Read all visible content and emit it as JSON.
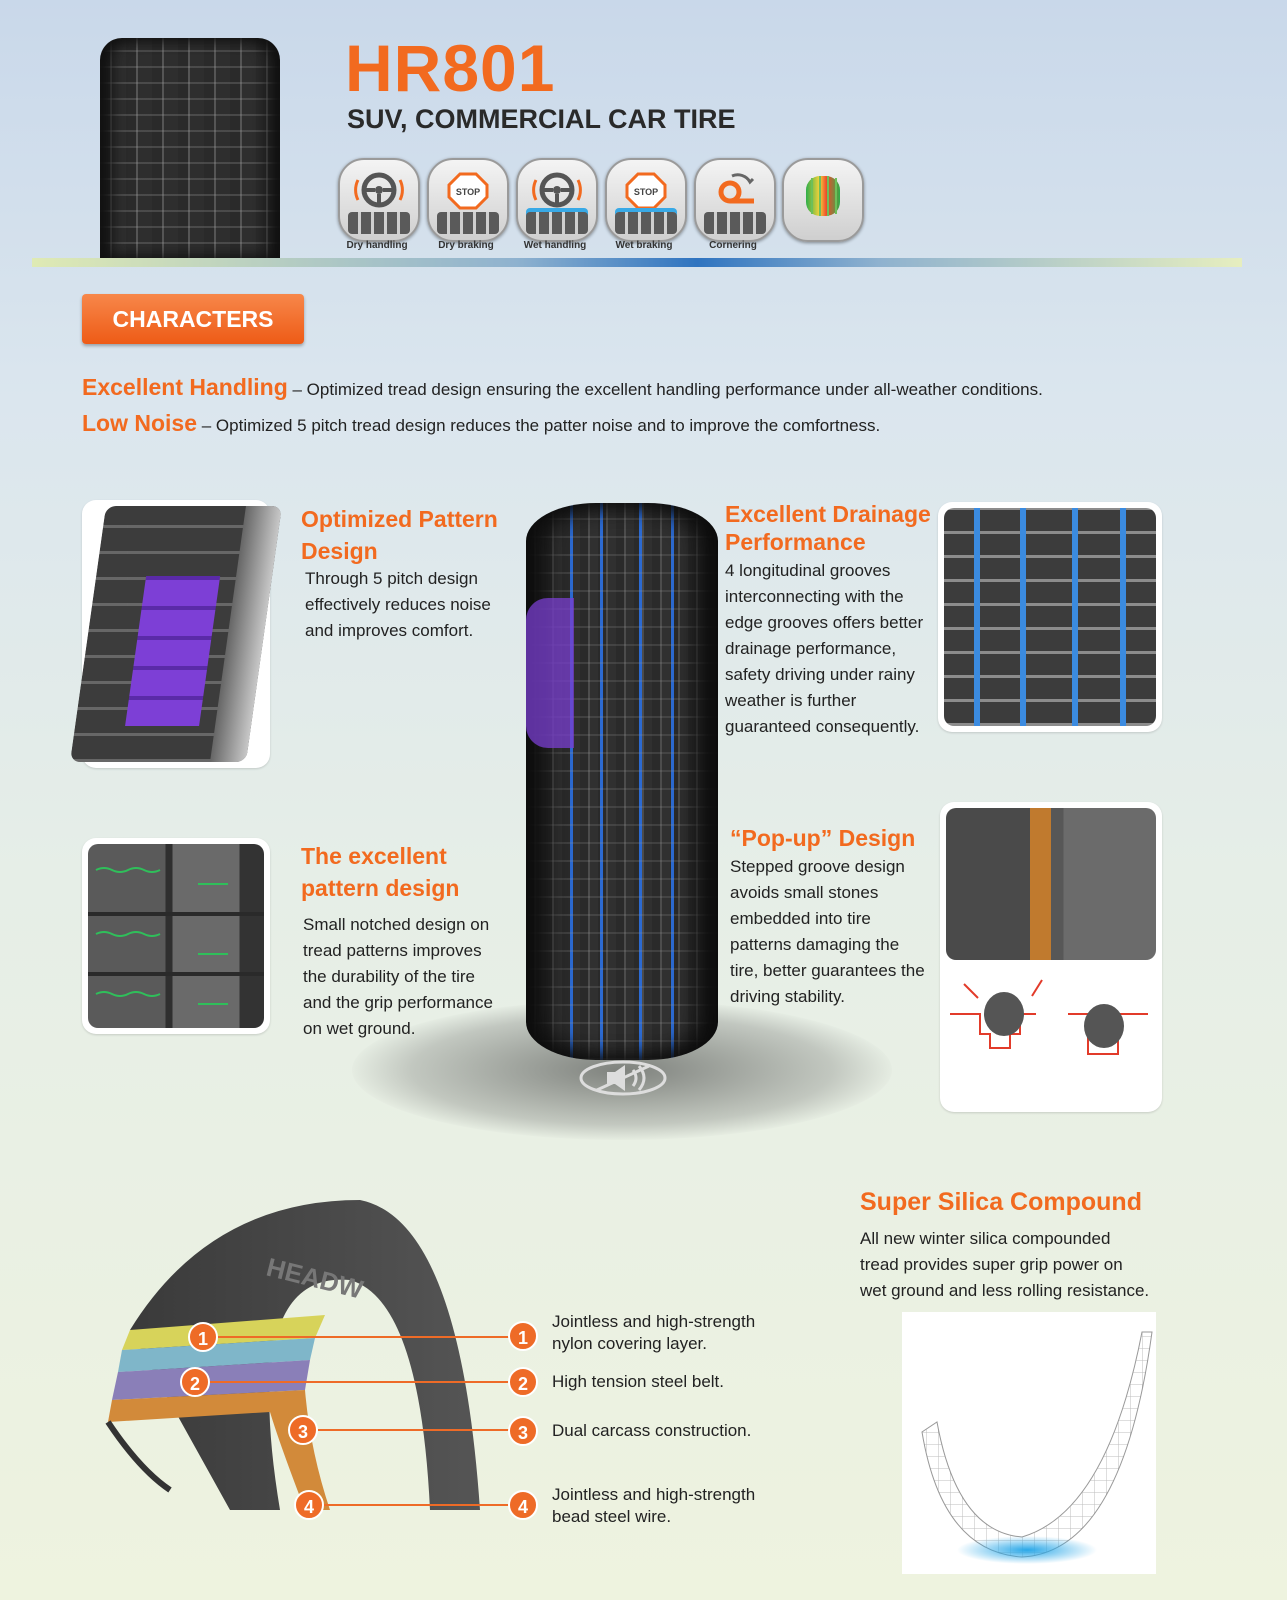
{
  "header": {
    "model": "HR801",
    "subtitle": "SUV, COMMERCIAL CAR TIRE",
    "badges": [
      {
        "label": "Dry handling",
        "icon": "steering-wheel-icon"
      },
      {
        "label": "Dry braking",
        "icon": "stop-sign-icon"
      },
      {
        "label": "Wet handling",
        "icon": "steering-wheel-water-icon"
      },
      {
        "label": "Wet braking",
        "icon": "stop-sign-water-icon"
      },
      {
        "label": "Cornering",
        "icon": "cornering-arrow-icon"
      },
      {
        "label": "",
        "icon": "footprint-pressure-icon"
      }
    ],
    "stop_text": "STOP"
  },
  "characters": {
    "label": "CHARACTERS",
    "lines": [
      {
        "title": "Excellent Handling",
        "text": " – Optimized tread design ensuring the excellent handling performance under all-weather conditions."
      },
      {
        "title": "Low Noise",
        "text": " – Optimized 5 pitch tread design reduces the patter noise and to improve the comfortness."
      }
    ]
  },
  "features": {
    "pattern": {
      "title": "Optimized Pattern Design",
      "body": "Through 5 pitch design effectively reduces noise and improves comfort."
    },
    "drainage": {
      "title": "Excellent Drainage Performance",
      "body": "4 longitudinal grooves interconnecting with the edge grooves offers better drainage performance, safety driving under rainy weather is further guaranteed consequently."
    },
    "notched": {
      "title": "The excellent pattern design",
      "body": "Small notched design on tread patterns improves the durability of the tire and the grip performance on wet ground."
    },
    "popup": {
      "title": "“Pop-up” Design",
      "body": "Stepped groove design avoids small stones embedded into tire patterns damaging the tire, better guarantees the driving stability."
    }
  },
  "construction": {
    "items": [
      {
        "num": "1",
        "text": "Jointless and high-strength nylon covering layer."
      },
      {
        "num": "2",
        "text": "High tension steel belt."
      },
      {
        "num": "3",
        "text": "Dual carcass construction."
      },
      {
        "num": "4",
        "text": "Jointless and high-strength bead steel wire."
      }
    ],
    "sidewall_text": "HEADW"
  },
  "silica": {
    "title": "Super Silica Compound",
    "body": "All new winter silica compounded tread provides super grip power on wet ground and less rolling resistance."
  },
  "colors": {
    "accent": "#f26a1f",
    "groove_blue": "#2c6ad1",
    "pitch_purple": "#7a3fd0"
  }
}
